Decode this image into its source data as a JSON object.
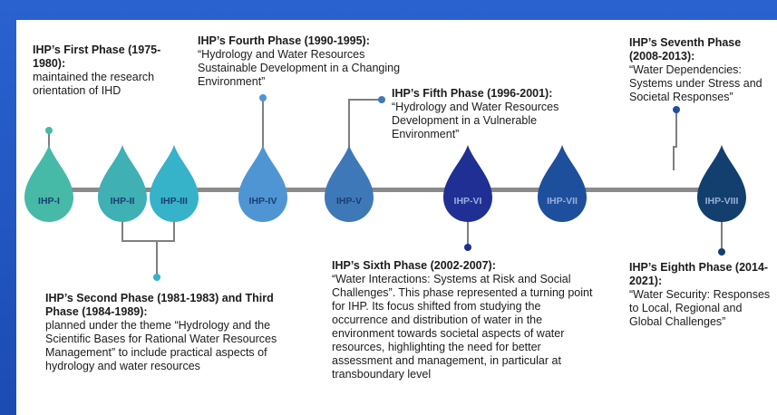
{
  "phases": [
    {
      "drop": "IHP-I",
      "title": "IHP’s First Phase (1975-1980):",
      "body": "maintained the research orientation of IHD",
      "color": "#46b9a7"
    },
    {
      "drop": "IHP-II",
      "color": "#3fb0b3"
    },
    {
      "drop": "IHP-III",
      "color": "#36b2c9"
    },
    {
      "drop": "IHP-IV",
      "title": "IHP’s Fourth Phase (1990-1995):",
      "body": "“Hydrology and Water Resources Sustainable Development in a Changing Environment”",
      "color": "#4f95d4"
    },
    {
      "drop": "IHP-V",
      "title": "IHP’s Fifth Phase (1996-2001):",
      "body": "“Hydrology and Water Resources Development in a Vulnerable Environment”",
      "color": "#3f78b8"
    },
    {
      "drop": "IHP-VI",
      "title": "IHP’s Sixth Phase (2002-2007):",
      "body": "“Water Interactions: Systems at Risk and Social Challenges”. This phase represented a turning point for IHP. Its focus shifted from studying the occurrence and distribution of water in the environment towards societal aspects of water resources, highlighting the need for better assessment and management, in particular at transboundary level",
      "color": "#1f2f93"
    },
    {
      "drop": "IHP-VII",
      "title": "IHP’s Seventh Phase (2008-2013):",
      "body": "“Water Dependencies: Systems under Stress and Societal Responses”",
      "color": "#1d4f9c"
    },
    {
      "drop": "IHP-VIII",
      "title": "IHP’s Eighth Phase (2014-2021):",
      "body": "“Water Security: Responses to Local, Regional and Global Challenges”",
      "color": "#123f6e"
    }
  ],
  "second_third": {
    "title": "IHP’s Second Phase (1981-1983) and Third Phase (1984-1989):",
    "body": "planned under the theme “Hydrology and the Scientific Bases for Rational Water Resources Management” to include practical aspects of hydrology and water resources"
  },
  "colors": {
    "background": "#1e4fb8",
    "timeline": "#8a8a8a"
  }
}
